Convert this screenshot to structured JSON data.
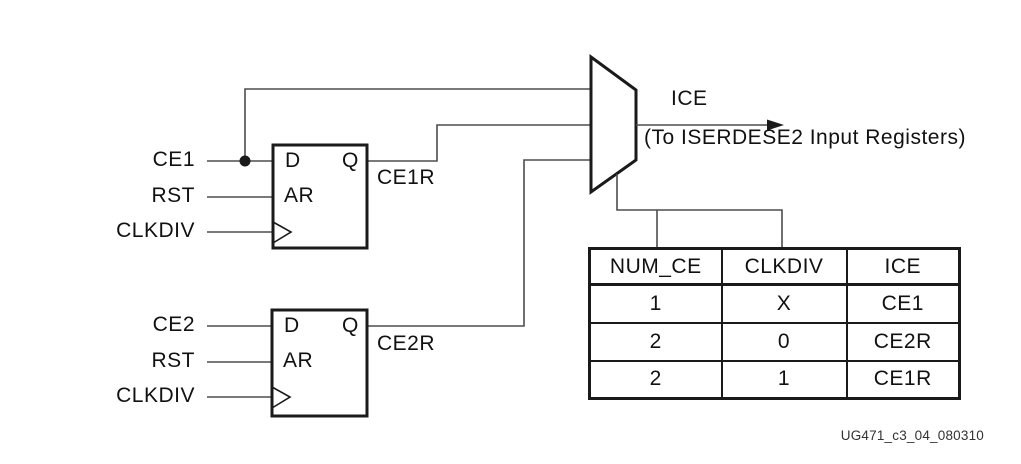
{
  "diagram": {
    "flip_flops": [
      {
        "ports": {
          "d": "D",
          "q": "Q",
          "ar": "AR"
        },
        "inputs": [
          "CE1",
          "RST",
          "CLKDIV"
        ],
        "output": "CE1R"
      },
      {
        "ports": {
          "d": "D",
          "q": "Q",
          "ar": "AR"
        },
        "inputs": [
          "CE2",
          "RST",
          "CLKDIV"
        ],
        "output": "CE2R"
      }
    ],
    "mux": {
      "output": "ICE",
      "output_note": "(To ISERDESE2 Input Registers)"
    },
    "caption": "UG471_c3_04_080310"
  },
  "truth_table": {
    "headers": [
      "NUM_CE",
      "CLKDIV",
      "ICE"
    ],
    "rows": [
      [
        "1",
        "X",
        "CE1"
      ],
      [
        "2",
        "0",
        "CE2R"
      ],
      [
        "2",
        "1",
        "CE1R"
      ]
    ]
  },
  "icons": {
    "clock_edge": "clock-edge-triangle",
    "junction": "wire-junction-dot",
    "arrowhead": "arrowhead-right"
  },
  "colors": {
    "wire": "#4d4d4d",
    "outline": "#1a1a1a",
    "text": "#111111",
    "background": "#ffffff"
  }
}
